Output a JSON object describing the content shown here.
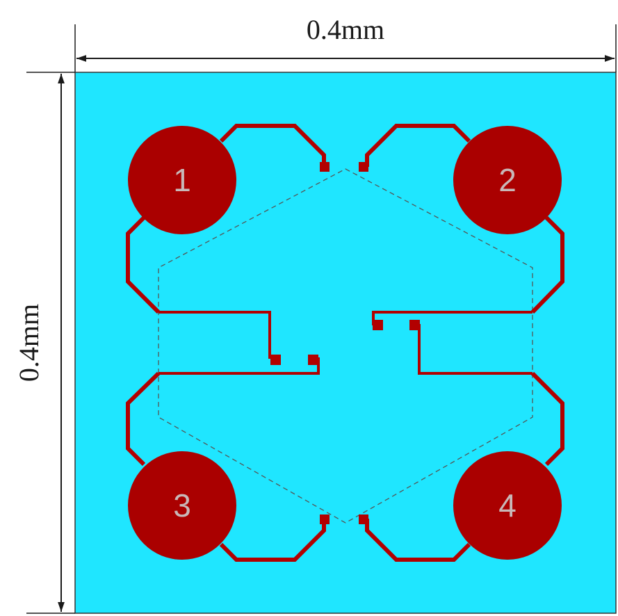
{
  "dimensions": {
    "width_label": "0.4mm",
    "height_label": "0.4mm"
  },
  "pads": [
    {
      "label": "1"
    },
    {
      "label": "2"
    },
    {
      "label": "3"
    },
    {
      "label": "4"
    }
  ],
  "colors": {
    "substrate": "#1fe6ff",
    "trace": "#b20000",
    "pad": "#aa0000",
    "pad_label": "#c8b8b8",
    "outline": "#555555",
    "dimension_line": "#1a1a1a"
  }
}
